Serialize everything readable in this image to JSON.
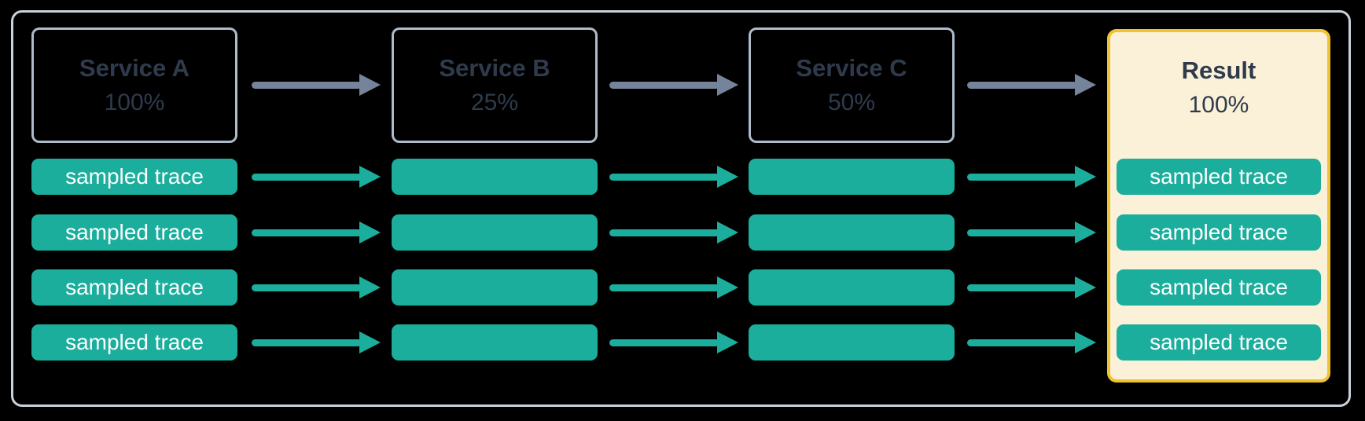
{
  "pipeline": {
    "description_labels": {
      "trace_label": "sampled trace"
    },
    "columns": [
      {
        "name": "Service A",
        "rate": "100%",
        "traces": [
          "sampled trace",
          "sampled trace",
          "sampled trace",
          "sampled trace"
        ]
      },
      {
        "name": "Service B",
        "rate": "25%",
        "traces": [
          "",
          "",
          "",
          ""
        ]
      },
      {
        "name": "Service C",
        "rate": "50%",
        "traces": [
          "",
          "",
          "",
          ""
        ]
      },
      {
        "name": "Result",
        "rate": "100%",
        "traces": [
          "sampled trace",
          "sampled trace",
          "sampled trace",
          "sampled trace"
        ]
      }
    ],
    "colors": {
      "trace_fill": "#1cae9c",
      "result_background": "#faf1d8",
      "result_border": "#f0c330",
      "service_border": "#aebbca",
      "frame_border": "#c9d1dd",
      "service_arrow": "#75849a",
      "trace_arrow": "#1cae9c",
      "text_dark": "#2f3b4c",
      "trace_text": "#ffffff",
      "background": "#000000"
    }
  }
}
